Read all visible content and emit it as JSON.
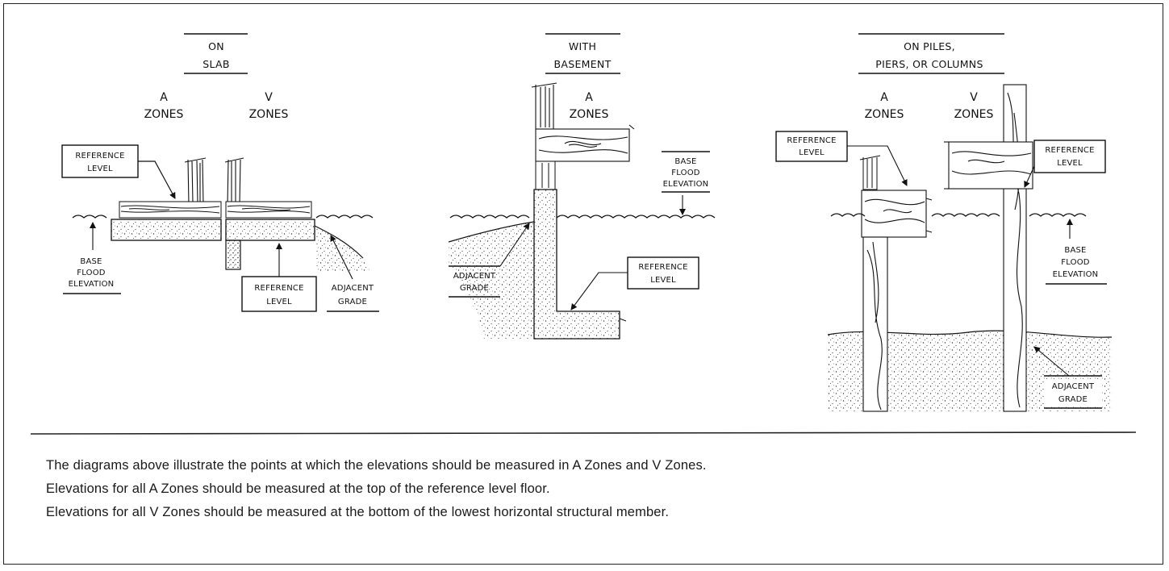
{
  "panels": {
    "slab": {
      "title": [
        "ON",
        "SLAB"
      ],
      "zone_a": [
        "A",
        "ZONES"
      ],
      "zone_v": [
        "V",
        "ZONES"
      ],
      "reference_level_top": [
        "REFERENCE",
        "LEVEL"
      ],
      "base_flood": [
        "BASE",
        "FLOOD",
        "ELEVATION"
      ],
      "reference_level_bottom": [
        "REFERENCE",
        "LEVEL"
      ],
      "adjacent_grade": [
        "ADJACENT",
        "GRADE"
      ]
    },
    "basement": {
      "title": [
        "WITH",
        "BASEMENT"
      ],
      "zone_a": [
        "A",
        "ZONES"
      ],
      "base_flood": [
        "BASE",
        "FLOOD",
        "ELEVATION"
      ],
      "adjacent_grade": [
        "ADJACENT",
        "GRADE"
      ],
      "reference_level": [
        "REFERENCE",
        "LEVEL"
      ]
    },
    "piles": {
      "title": [
        "ON PILES,",
        "PIERS, OR COLUMNS"
      ],
      "zone_a": [
        "A",
        "ZONES"
      ],
      "zone_v": [
        "V",
        "ZONES"
      ],
      "reference_level_left": [
        "REFERENCE",
        "LEVEL"
      ],
      "reference_level_right": [
        "REFERENCE",
        "LEVEL"
      ],
      "base_flood": [
        "BASE",
        "FLOOD",
        "ELEVATION"
      ],
      "adjacent_grade": [
        "ADJACENT",
        "GRADE"
      ]
    }
  },
  "caption": [
    "The diagrams above illustrate the points at which the elevations should be measured in A Zones and V Zones.",
    "Elevations for all A Zones should be measured at the top of the reference level floor.",
    "Elevations for all V Zones should be measured at the bottom of the lowest horizontal structural member."
  ]
}
